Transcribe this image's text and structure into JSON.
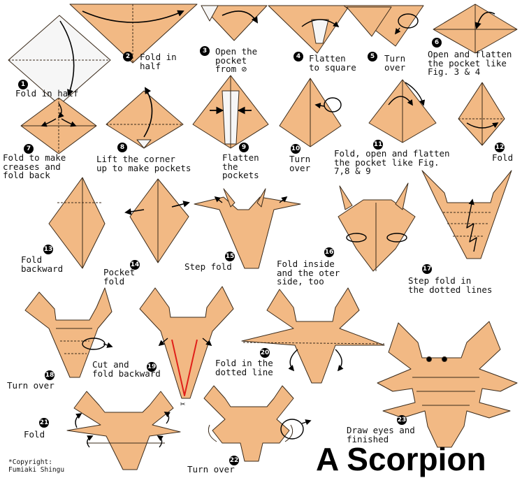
{
  "title": "A Scorpion",
  "copyright": "*Copyright:\nFumiaki Shingu",
  "colors": {
    "paper": "#f2b984",
    "paper_dark": "#dda06a",
    "outline": "#3a2a1a",
    "white_side": "#f6f6f6",
    "cut_line": "#e0201a",
    "arrow": "#000000"
  },
  "steps": [
    {
      "n": "1",
      "text": "Fold in half"
    },
    {
      "n": "2",
      "text": "Fold in\nhalf"
    },
    {
      "n": "3",
      "text": "Open the\npocket\nfrom ⊘"
    },
    {
      "n": "4",
      "text": "Flatten\nto square"
    },
    {
      "n": "5",
      "text": "Turn\nover"
    },
    {
      "n": "6",
      "text": "Open and flatten\nthe pocket like\nFig. 3 & 4"
    },
    {
      "n": "7",
      "text": "Fold to make\ncreases and\nfold back"
    },
    {
      "n": "8",
      "text": "Lift the corner\nup to make pockets"
    },
    {
      "n": "9",
      "text": "Flatten\nthe\npockets"
    },
    {
      "n": "10",
      "text": "Turn\nover"
    },
    {
      "n": "11",
      "text": "Fold, open and flatten\nthe pocket like Fig.\n7,8 & 9"
    },
    {
      "n": "12",
      "text": "Fold"
    },
    {
      "n": "13",
      "text": "Fold\nbackward"
    },
    {
      "n": "14",
      "text": "Pocket\nfold"
    },
    {
      "n": "15",
      "text": "Step fold"
    },
    {
      "n": "16",
      "text": "Fold inside\nand the oter\nside, too"
    },
    {
      "n": "17",
      "text": "Step fold in\nthe dotted lines"
    },
    {
      "n": "18",
      "text": "Turn over"
    },
    {
      "n": "19",
      "text": "Cut and\nfold backward"
    },
    {
      "n": "20",
      "text": "Fold in the\ndotted line"
    },
    {
      "n": "21",
      "text": "Fold"
    },
    {
      "n": "22",
      "text": "Turn over"
    },
    {
      "n": "23",
      "text": "Draw eyes and\nfinished"
    }
  ]
}
